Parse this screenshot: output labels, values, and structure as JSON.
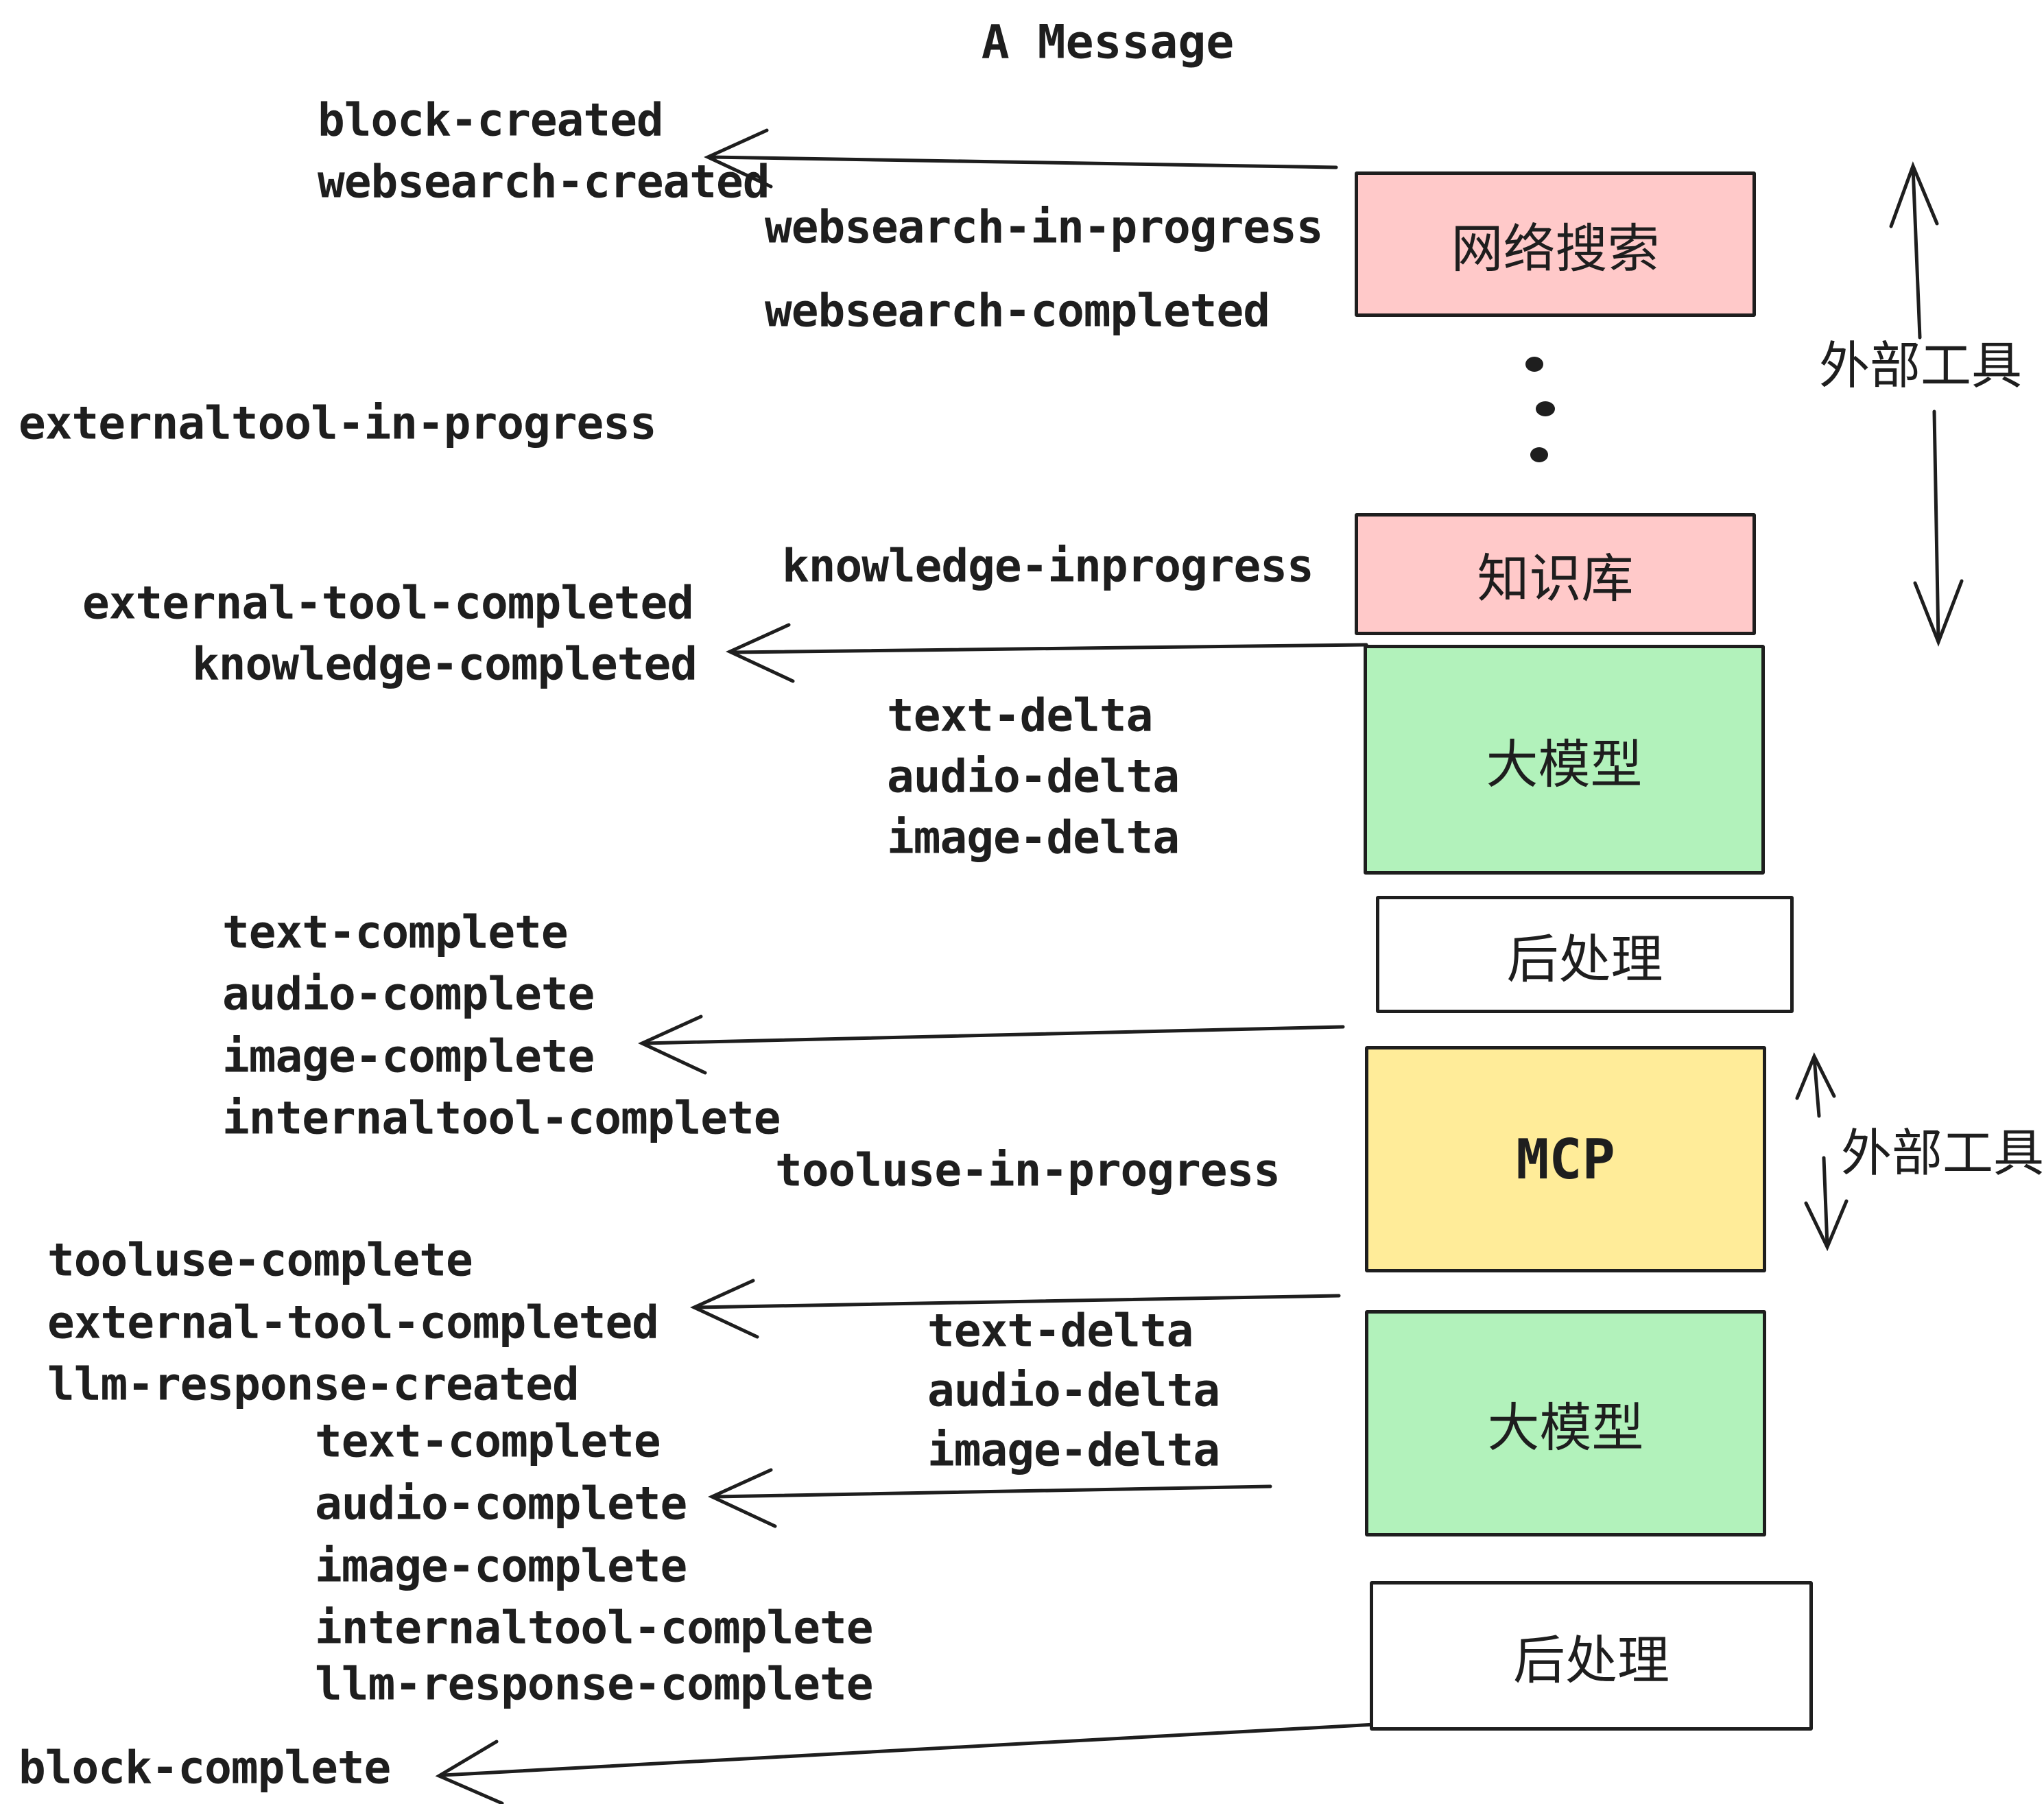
{
  "title": "A Message",
  "colors": {
    "pink": "#ffc9c9",
    "green": "#b2f2bb",
    "yellow": "#ffec99",
    "white": "#ffffff",
    "ink": "#1e1e1e"
  },
  "boxes": [
    {
      "id": "websearch",
      "label": "网络搜索"
    },
    {
      "id": "knowledge",
      "label": "知识库"
    },
    {
      "id": "llm-1",
      "label": "大模型"
    },
    {
      "id": "postprocess-1",
      "label": "后处理"
    },
    {
      "id": "mcp",
      "label": "MCP"
    },
    {
      "id": "llm-2",
      "label": "大模型"
    },
    {
      "id": "postprocess-2",
      "label": "后处理"
    }
  ],
  "side_labels": [
    {
      "text": "外部工具"
    },
    {
      "text": "外部工具"
    }
  ],
  "events": [
    {
      "text": "block-created"
    },
    {
      "text": "websearch-created"
    },
    {
      "text": "websearch-in-progress"
    },
    {
      "text": "websearch-completed"
    },
    {
      "text": "externaltool-in-progress"
    },
    {
      "text": "knowledge-inprogress"
    },
    {
      "text": "external-tool-completed"
    },
    {
      "text": "knowledge-completed"
    },
    {
      "text": "text-delta"
    },
    {
      "text": "audio-delta"
    },
    {
      "text": "image-delta"
    },
    {
      "text": "text-complete"
    },
    {
      "text": "audio-complete"
    },
    {
      "text": "image-complete"
    },
    {
      "text": "internaltool-complete"
    },
    {
      "text": "tooluse-in-progress"
    },
    {
      "text": "tooluse-complete"
    },
    {
      "text": "external-tool-completed"
    },
    {
      "text": "llm-response-created"
    },
    {
      "text": "text-complete"
    },
    {
      "text": "audio-complete"
    },
    {
      "text": "image-complete"
    },
    {
      "text": "internaltool-complete"
    },
    {
      "text": "llm-response-complete"
    },
    {
      "text": "block-complete"
    }
  ]
}
